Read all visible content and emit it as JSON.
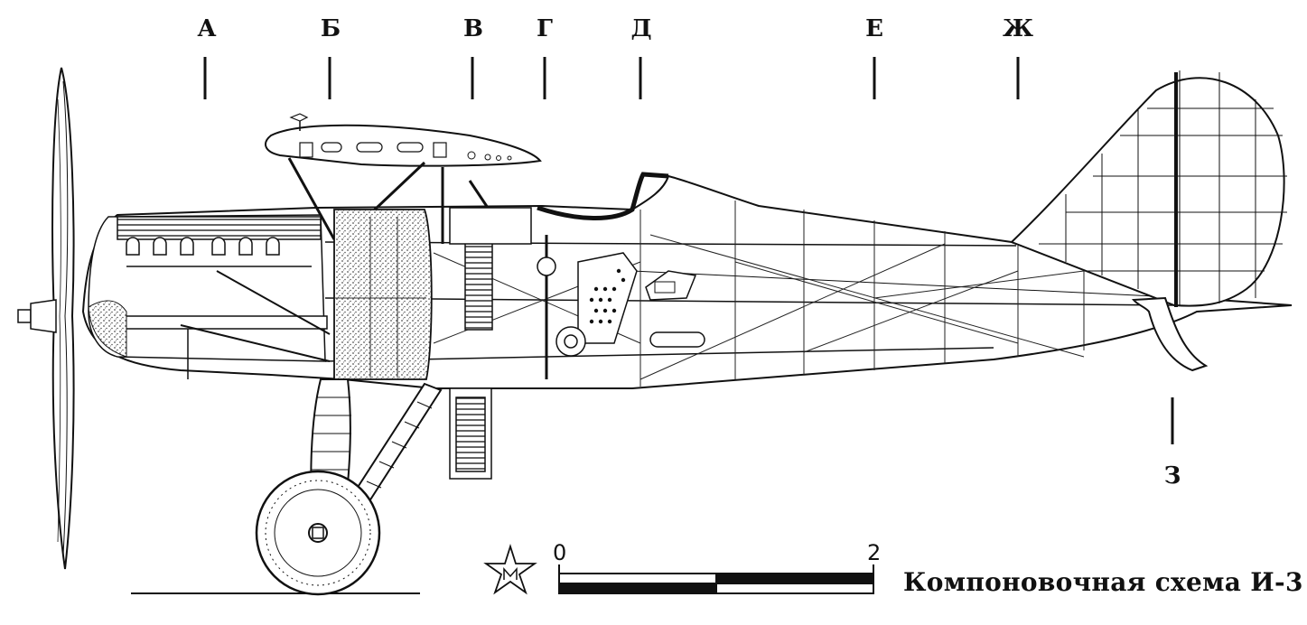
{
  "section_labels": {
    "a": "А",
    "b": "Б",
    "v": "В",
    "g": "Г",
    "d": "Д",
    "e": "Е",
    "zh": "Ж",
    "z": "З"
  },
  "scale": {
    "start": "0",
    "end": "2"
  },
  "caption": "Компоновочная схема И-3",
  "colors": {
    "ink": "#111111",
    "stipple": "#9a9a9a",
    "paper": "#ffffff"
  }
}
